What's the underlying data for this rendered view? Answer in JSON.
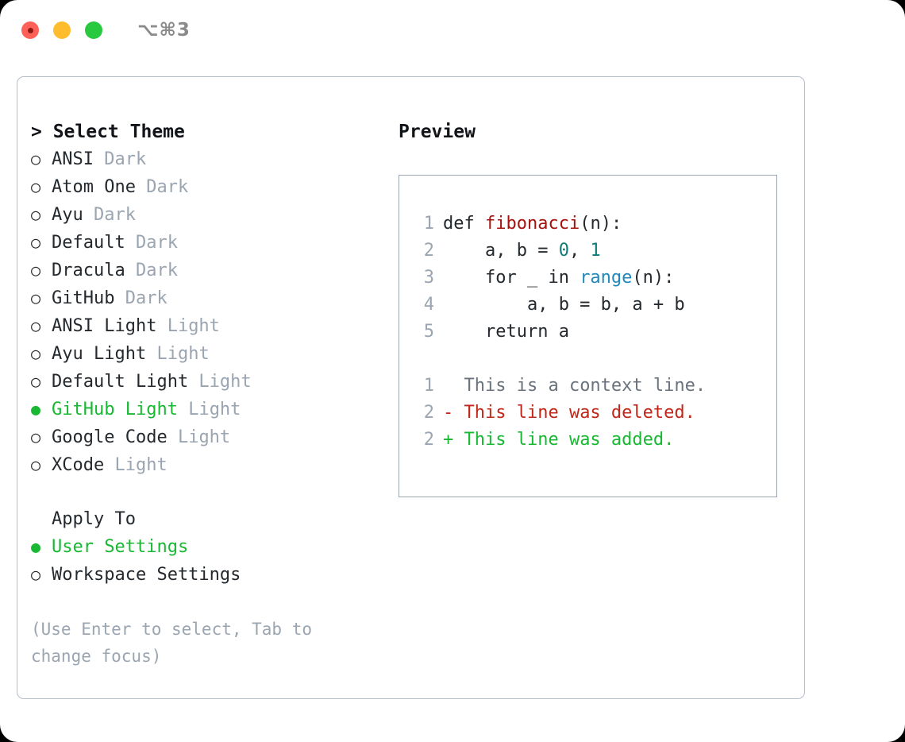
{
  "window": {
    "shortcut": "⌥⌘3",
    "traffic_lights": [
      "close-red",
      "minimize-yellow",
      "zoom-green"
    ],
    "colors": {
      "red": "#ff6159",
      "yellow": "#ffbd2e",
      "green": "#28c93f",
      "accent_green": "#18b832",
      "muted": "#9aa5b1",
      "border": "#b6bec9"
    }
  },
  "theme_picker": {
    "header": "> Select Theme",
    "items": [
      {
        "bullet": "○",
        "label": "ANSI",
        "tag": "Dark",
        "selected": false
      },
      {
        "bullet": "○",
        "label": "Atom One",
        "tag": "Dark",
        "selected": false
      },
      {
        "bullet": "○",
        "label": "Ayu",
        "tag": "Dark",
        "selected": false
      },
      {
        "bullet": "○",
        "label": "Default",
        "tag": "Dark",
        "selected": false
      },
      {
        "bullet": "○",
        "label": "Dracula",
        "tag": "Dark",
        "selected": false
      },
      {
        "bullet": "○",
        "label": "GitHub",
        "tag": "Dark",
        "selected": false
      },
      {
        "bullet": "○",
        "label": "ANSI Light",
        "tag": "Light",
        "selected": false
      },
      {
        "bullet": "○",
        "label": "Ayu Light",
        "tag": "Light",
        "selected": false
      },
      {
        "bullet": "○",
        "label": "Default Light",
        "tag": "Light",
        "selected": false
      },
      {
        "bullet": "●",
        "label": "GitHub Light",
        "tag": "Light",
        "selected": true
      },
      {
        "bullet": "○",
        "label": "Google Code",
        "tag": "Light",
        "selected": false
      },
      {
        "bullet": "○",
        "label": "XCode",
        "tag": "Light",
        "selected": false
      }
    ]
  },
  "apply_to": {
    "header": "Apply To",
    "items": [
      {
        "bullet": "●",
        "label": "User Settings",
        "selected": true
      },
      {
        "bullet": "○",
        "label": "Workspace Settings",
        "selected": false
      }
    ]
  },
  "hint": "(Use Enter to select, Tab to change focus)",
  "preview": {
    "header": "Preview",
    "code_lines": [
      {
        "num": "1",
        "segments": [
          {
            "t": "def ",
            "cls": ""
          },
          {
            "t": "fibonacci",
            "cls": "tok-fn"
          },
          {
            "t": "(n):",
            "cls": ""
          }
        ]
      },
      {
        "num": "2",
        "segments": [
          {
            "t": "    a, b = ",
            "cls": ""
          },
          {
            "t": "0",
            "cls": "tok-num"
          },
          {
            "t": ", ",
            "cls": ""
          },
          {
            "t": "1",
            "cls": "tok-num"
          }
        ]
      },
      {
        "num": "3",
        "segments": [
          {
            "t": "    for _ in ",
            "cls": ""
          },
          {
            "t": "range",
            "cls": "tok-blt"
          },
          {
            "t": "(n):",
            "cls": ""
          }
        ]
      },
      {
        "num": "4",
        "segments": [
          {
            "t": "        a, b = b, a + b",
            "cls": ""
          }
        ]
      },
      {
        "num": "5",
        "segments": [
          {
            "t": "    return a",
            "cls": ""
          }
        ]
      }
    ],
    "diff_lines": [
      {
        "num": "1",
        "marker": " ",
        "text": " This is a context line.",
        "kind": "diff-ctx"
      },
      {
        "num": "2",
        "marker": "-",
        "text": " This line was deleted.",
        "kind": "diff-del"
      },
      {
        "num": "2",
        "marker": "+",
        "text": " This line was added.",
        "kind": "diff-add"
      }
    ]
  }
}
